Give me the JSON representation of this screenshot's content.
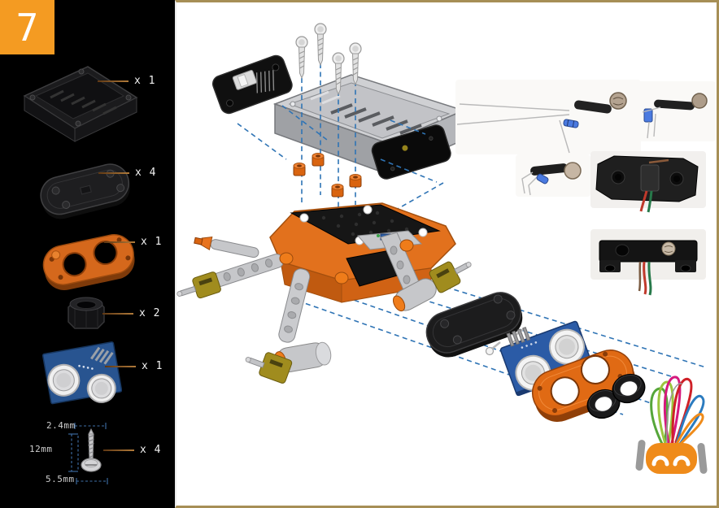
{
  "page": {
    "step_number": "7"
  },
  "sidebar": {
    "parts": [
      {
        "name": "battery-tray",
        "qty_label": "x 1"
      },
      {
        "name": "black-oval-plate",
        "qty_label": "x 4"
      },
      {
        "name": "orange-oval-plate",
        "qty_label": "x 1"
      },
      {
        "name": "lock-nut",
        "qty_label": "x 2"
      },
      {
        "name": "ultrasonic-sensor",
        "qty_label": "x 1"
      },
      {
        "name": "self-tapping-screw",
        "qty_label": "x 4"
      }
    ],
    "screw_dimensions": {
      "diameter": "2.4mm",
      "length": "12mm",
      "head": "5.5mm"
    }
  },
  "colors": {
    "accent_orange": "#F49B22",
    "part_orange": "#DD6C1C",
    "guide_blue": "#2F74B5",
    "border_tan": "#A68F56",
    "callout_line": "#96612E",
    "sidebar_black": "#000000",
    "pcb_blue": "#2B5BA6"
  }
}
